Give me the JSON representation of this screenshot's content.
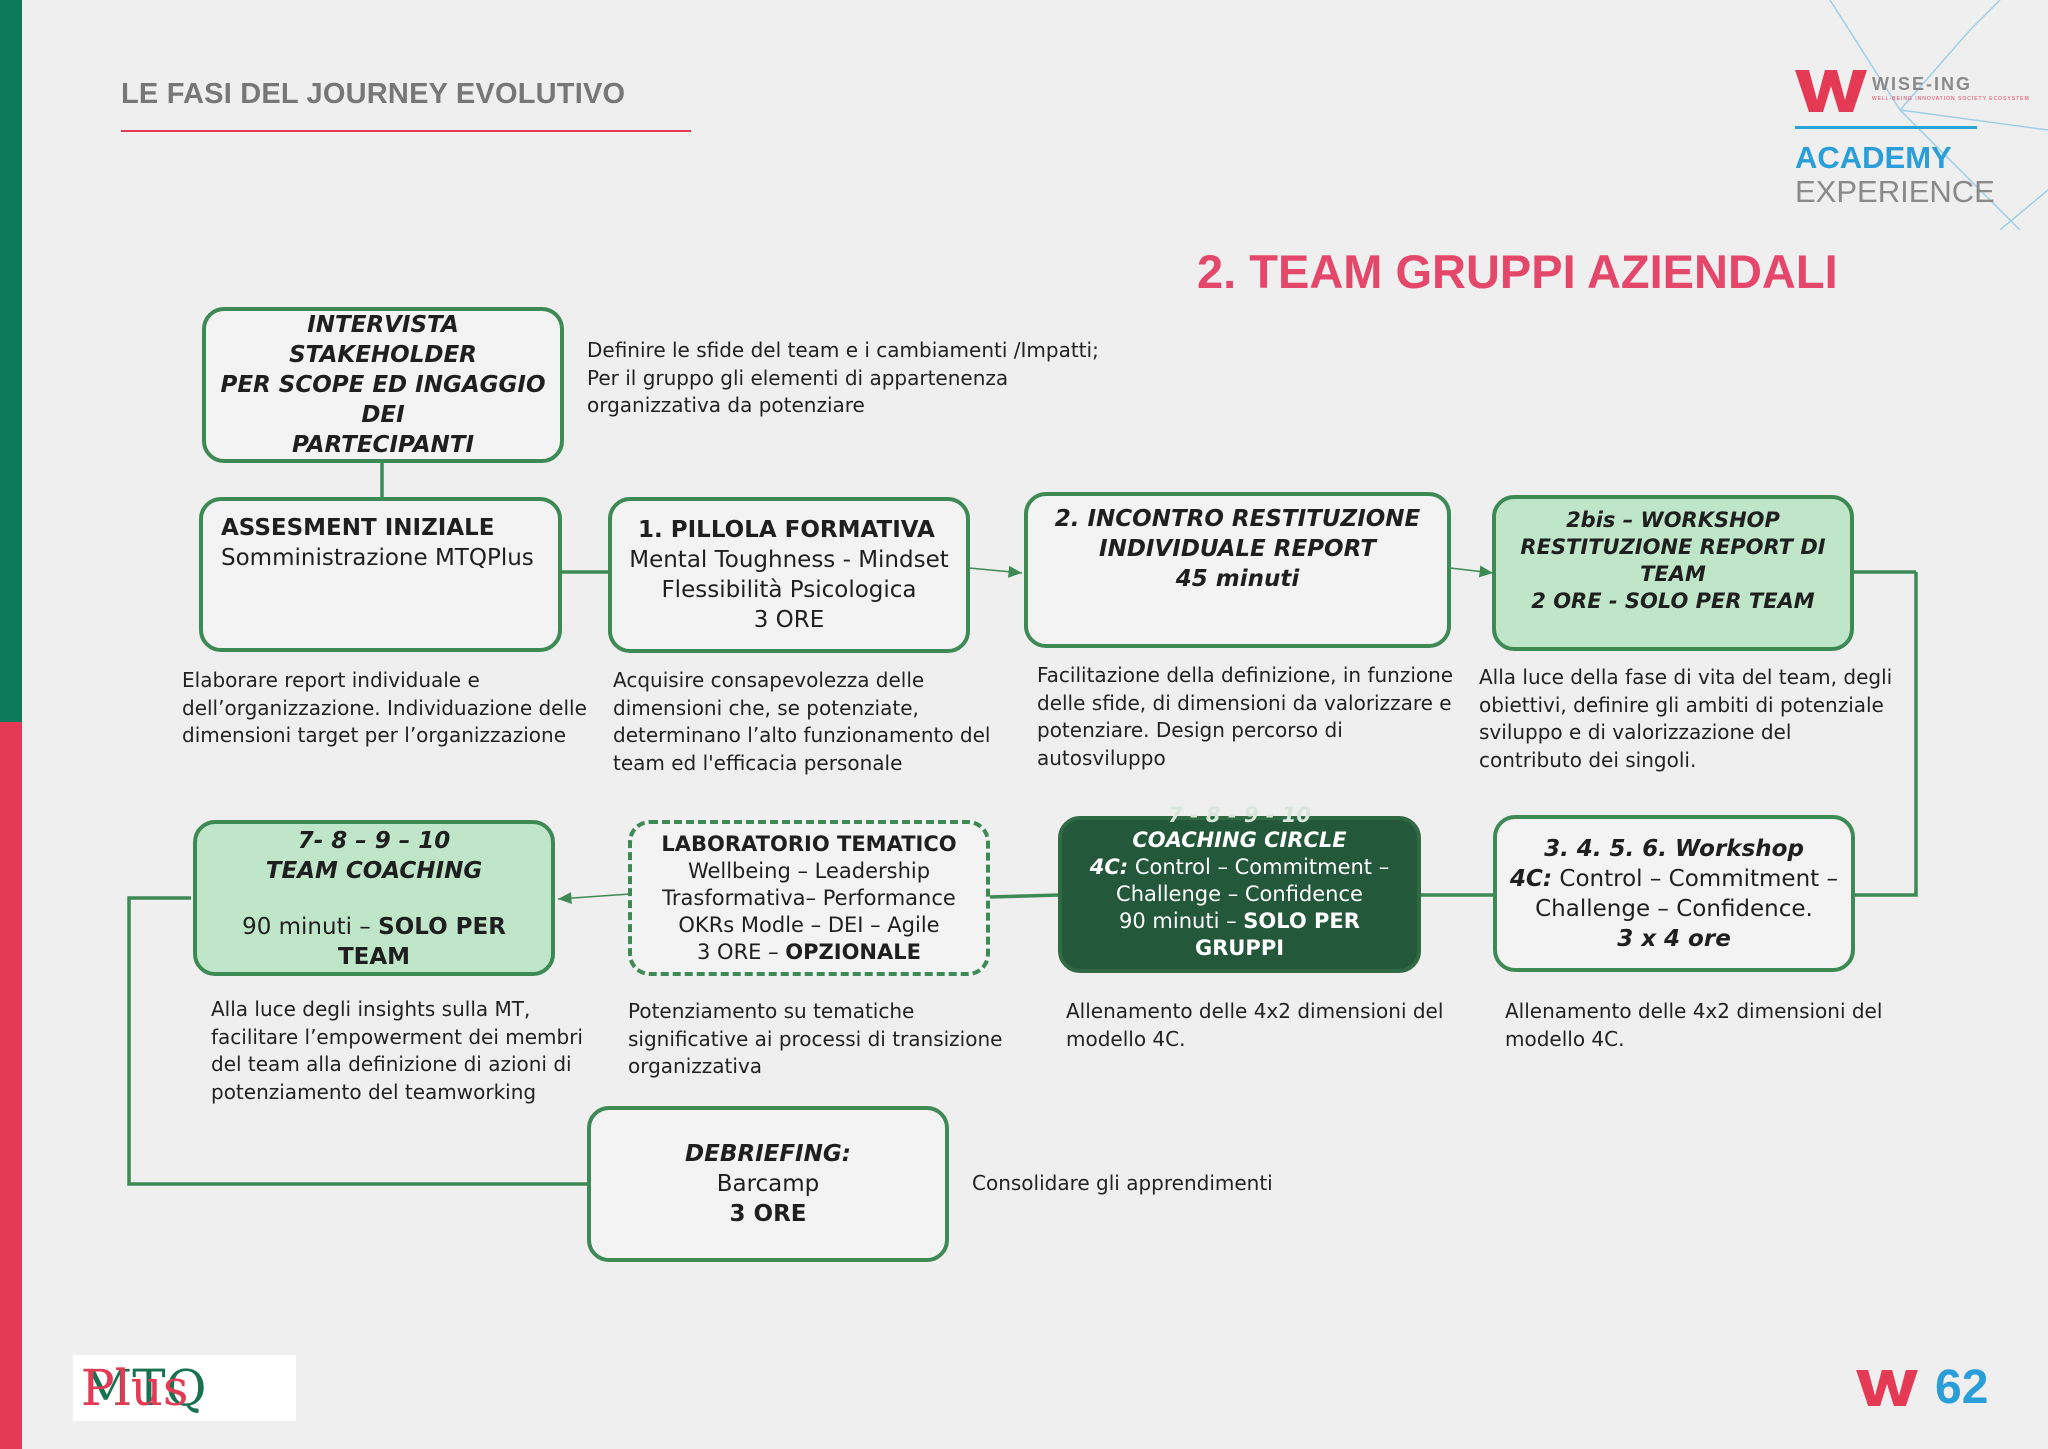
{
  "header": {
    "title": "LE FASI DEL JOURNEY EVOLUTIVO"
  },
  "section_title": "2. TEAM GRUPPI AZIENDALI",
  "brand": {
    "name": "WISE-ING",
    "tagline": "WELL-BEING INNOVATION SOCIETY ECOSYSTEM",
    "academy": "ACADEMY",
    "experience": "EXPERIENCE",
    "colors": {
      "red": "#e53a55",
      "blue": "#2a9ed8",
      "green": "#0e7a5c"
    }
  },
  "boxes": {
    "intervista": {
      "l1": "INTERVISTA STAKEHOLDER",
      "l2": "PER SCOPE ED INGAGGIO DEI",
      "l3": "PARTECIPANTI"
    },
    "assesment": {
      "title": "ASSESMENT INIZIALE",
      "sub": "Somministrazione MTQPlus"
    },
    "pillola": {
      "title": "1. PILLOLA FORMATIVA",
      "l1": "Mental Toughness -  Mindset",
      "l2": "Flessibilità Psicologica",
      "l3": "3 ORE"
    },
    "incontro": {
      "l1": "2. INCONTRO RESTITUZIONE",
      "l2": "INDIVIDUALE REPORT",
      "l3": "45 minuti"
    },
    "workshop2bis": {
      "l1": "2bis – WORKSHOP",
      "l2": "RESTITUZIONE REPORT  DI",
      "l3": "TEAM",
      "l4": "2 ORE - SOLO PER TEAM"
    },
    "workshop3456": {
      "title": "3. 4. 5. 6. Workshop",
      "l1_bold": "4C:",
      "l1_rest": " Control – Commitment –",
      "l2": "Challenge – Confidence.",
      "l3": "3 x 4 ore"
    },
    "coaching_circle": {
      "overflow": "7 - 8 - 9 - 10",
      "title": "COACHING CIRCLE",
      "l1_bold": "4C:",
      "l1_rest": " Control – Commitment –",
      "l2": "Challenge – Confidence",
      "l3_pre": "90 minuti  – ",
      "l3_bold": "SOLO PER GRUPPI"
    },
    "laboratorio": {
      "title": "LABORATORIO TEMATICO",
      "l1": "Wellbeing – Leadership",
      "l2": "Trasformativa– Performance",
      "l3": "OKRs Modle  – DEI – Agile",
      "l4_pre": "3 ORE  – ",
      "l4_bold": "OPZIONALE"
    },
    "team_coaching": {
      "l1": "7- 8 – 9 – 10",
      "l2": "TEAM COACHING",
      "l3_pre": "90 minuti  – ",
      "l3_bold": "SOLO PER TEAM"
    },
    "debriefing": {
      "title": "DEBRIEFING:",
      "l1": "Barcamp",
      "l2": "3 ORE"
    }
  },
  "descriptions": {
    "intervista": [
      "Definire le sfide del team e i cambiamenti /Impatti;",
      "Per il gruppo gli elementi di appartenenza",
      "organizzativa da potenziare"
    ],
    "assesment": [
      "Elaborare report individuale e",
      "dell’organizzazione. Individuazione delle",
      "dimensioni target per l’organizzazione"
    ],
    "pillola": [
      "Acquisire consapevolezza delle",
      "dimensioni che, se potenziate,",
      "determinano l’alto funzionamento del",
      "team ed l'efficacia personale"
    ],
    "incontro": [
      "Facilitazione della definizione, in funzione",
      "delle sfide, di dimensioni da valorizzare e",
      "potenziare.  Design percorso di",
      "autosviluppo"
    ],
    "workshop2bis": [
      "Alla luce della fase di vita del team, degli",
      "obiettivi, definire gli ambiti di potenziale",
      "sviluppo e di valorizzazione del",
      "contributo dei singoli."
    ],
    "team_coaching": [
      "Alla luce degli insights sulla MT,",
      "facilitare l’empowerment dei  membri",
      "del team  alla definizione di azioni di",
      "potenziamento  del teamworking"
    ],
    "laboratorio": [
      "Potenziamento su tematiche",
      "significative ai processi di transizione",
      "organizzativa"
    ],
    "coaching_circle": [
      "Allenamento delle 4x2 dimensioni del",
      "modello 4C."
    ],
    "workshop3456": [
      "Allenamento delle 4x2 dimensioni del",
      "modello 4C."
    ],
    "debriefing": [
      "Consolidare gli apprendimenti"
    ]
  },
  "footer": {
    "mtq_logo_a": "MTQ",
    "mtq_logo_b": "Plus",
    "page_number": "62"
  }
}
